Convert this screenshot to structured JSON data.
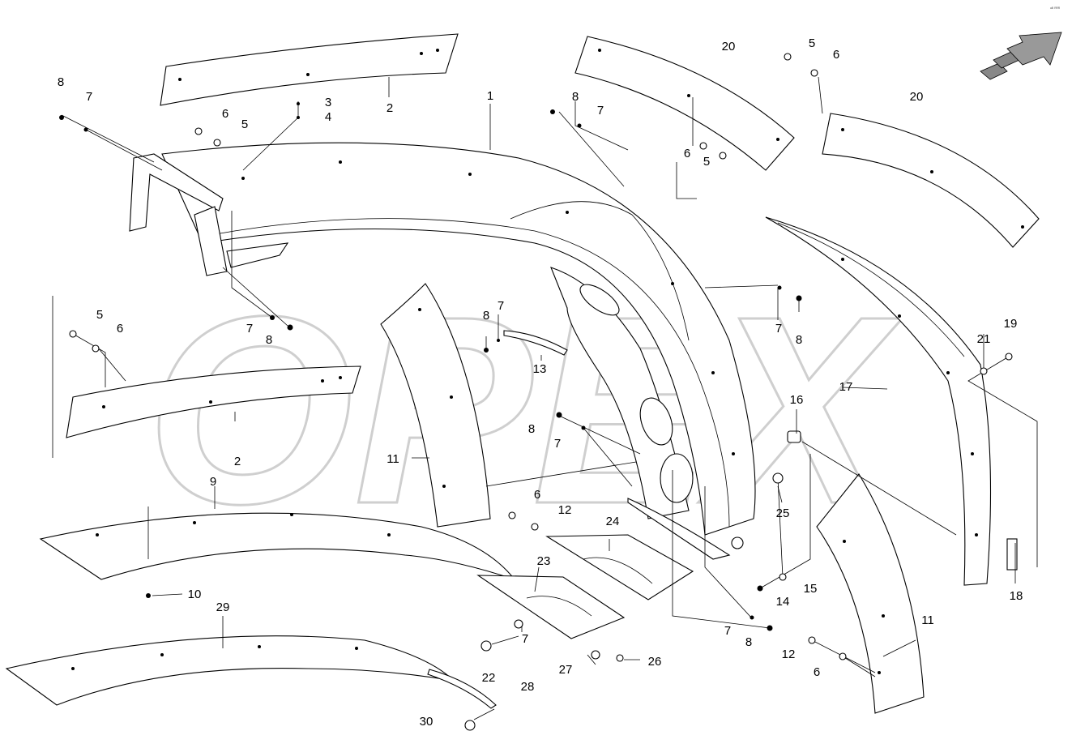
{
  "watermark": "OPEX",
  "corner_mark": "ᵃᴮ ᴿᴿᴿ",
  "callouts": [
    {
      "id": "c-1",
      "text": "1"
    },
    {
      "id": "c-2a",
      "text": "2"
    },
    {
      "id": "c-2b",
      "text": "2"
    },
    {
      "id": "c-3",
      "text": "3"
    },
    {
      "id": "c-4",
      "text": "4"
    },
    {
      "id": "c-5a",
      "text": "5"
    },
    {
      "id": "c-5b",
      "text": "5"
    },
    {
      "id": "c-5c",
      "text": "5"
    },
    {
      "id": "c-5d",
      "text": "5"
    },
    {
      "id": "c-6a",
      "text": "6"
    },
    {
      "id": "c-6b",
      "text": "6"
    },
    {
      "id": "c-6c",
      "text": "6"
    },
    {
      "id": "c-6d",
      "text": "6"
    },
    {
      "id": "c-6e",
      "text": "6"
    },
    {
      "id": "c-6f",
      "text": "6"
    },
    {
      "id": "c-7a",
      "text": "7"
    },
    {
      "id": "c-7b",
      "text": "7"
    },
    {
      "id": "c-7c",
      "text": "7"
    },
    {
      "id": "c-7d",
      "text": "7"
    },
    {
      "id": "c-7e",
      "text": "7"
    },
    {
      "id": "c-7f",
      "text": "7"
    },
    {
      "id": "c-7g",
      "text": "7"
    },
    {
      "id": "c-7h",
      "text": "7"
    },
    {
      "id": "c-8a",
      "text": "8"
    },
    {
      "id": "c-8b",
      "text": "8"
    },
    {
      "id": "c-8c",
      "text": "8"
    },
    {
      "id": "c-8d",
      "text": "8"
    },
    {
      "id": "c-8e",
      "text": "8"
    },
    {
      "id": "c-8f",
      "text": "8"
    },
    {
      "id": "c-8g",
      "text": "8"
    },
    {
      "id": "c-9",
      "text": "9"
    },
    {
      "id": "c-10",
      "text": "10"
    },
    {
      "id": "c-11a",
      "text": "11"
    },
    {
      "id": "c-11b",
      "text": "11"
    },
    {
      "id": "c-12a",
      "text": "12"
    },
    {
      "id": "c-12b",
      "text": "12"
    },
    {
      "id": "c-13",
      "text": "13"
    },
    {
      "id": "c-14",
      "text": "14"
    },
    {
      "id": "c-15",
      "text": "15"
    },
    {
      "id": "c-16",
      "text": "16"
    },
    {
      "id": "c-17",
      "text": "17"
    },
    {
      "id": "c-18",
      "text": "18"
    },
    {
      "id": "c-19",
      "text": "19"
    },
    {
      "id": "c-20a",
      "text": "20"
    },
    {
      "id": "c-20b",
      "text": "20"
    },
    {
      "id": "c-21",
      "text": "21"
    },
    {
      "id": "c-22",
      "text": "22"
    },
    {
      "id": "c-23",
      "text": "23"
    },
    {
      "id": "c-24",
      "text": "24"
    },
    {
      "id": "c-25",
      "text": "25"
    },
    {
      "id": "c-26",
      "text": "26"
    },
    {
      "id": "c-27",
      "text": "27"
    },
    {
      "id": "c-28",
      "text": "28"
    },
    {
      "id": "c-29",
      "text": "29"
    },
    {
      "id": "c-30",
      "text": "30"
    }
  ],
  "icons": {
    "direction": "direction-arrow-icon"
  }
}
